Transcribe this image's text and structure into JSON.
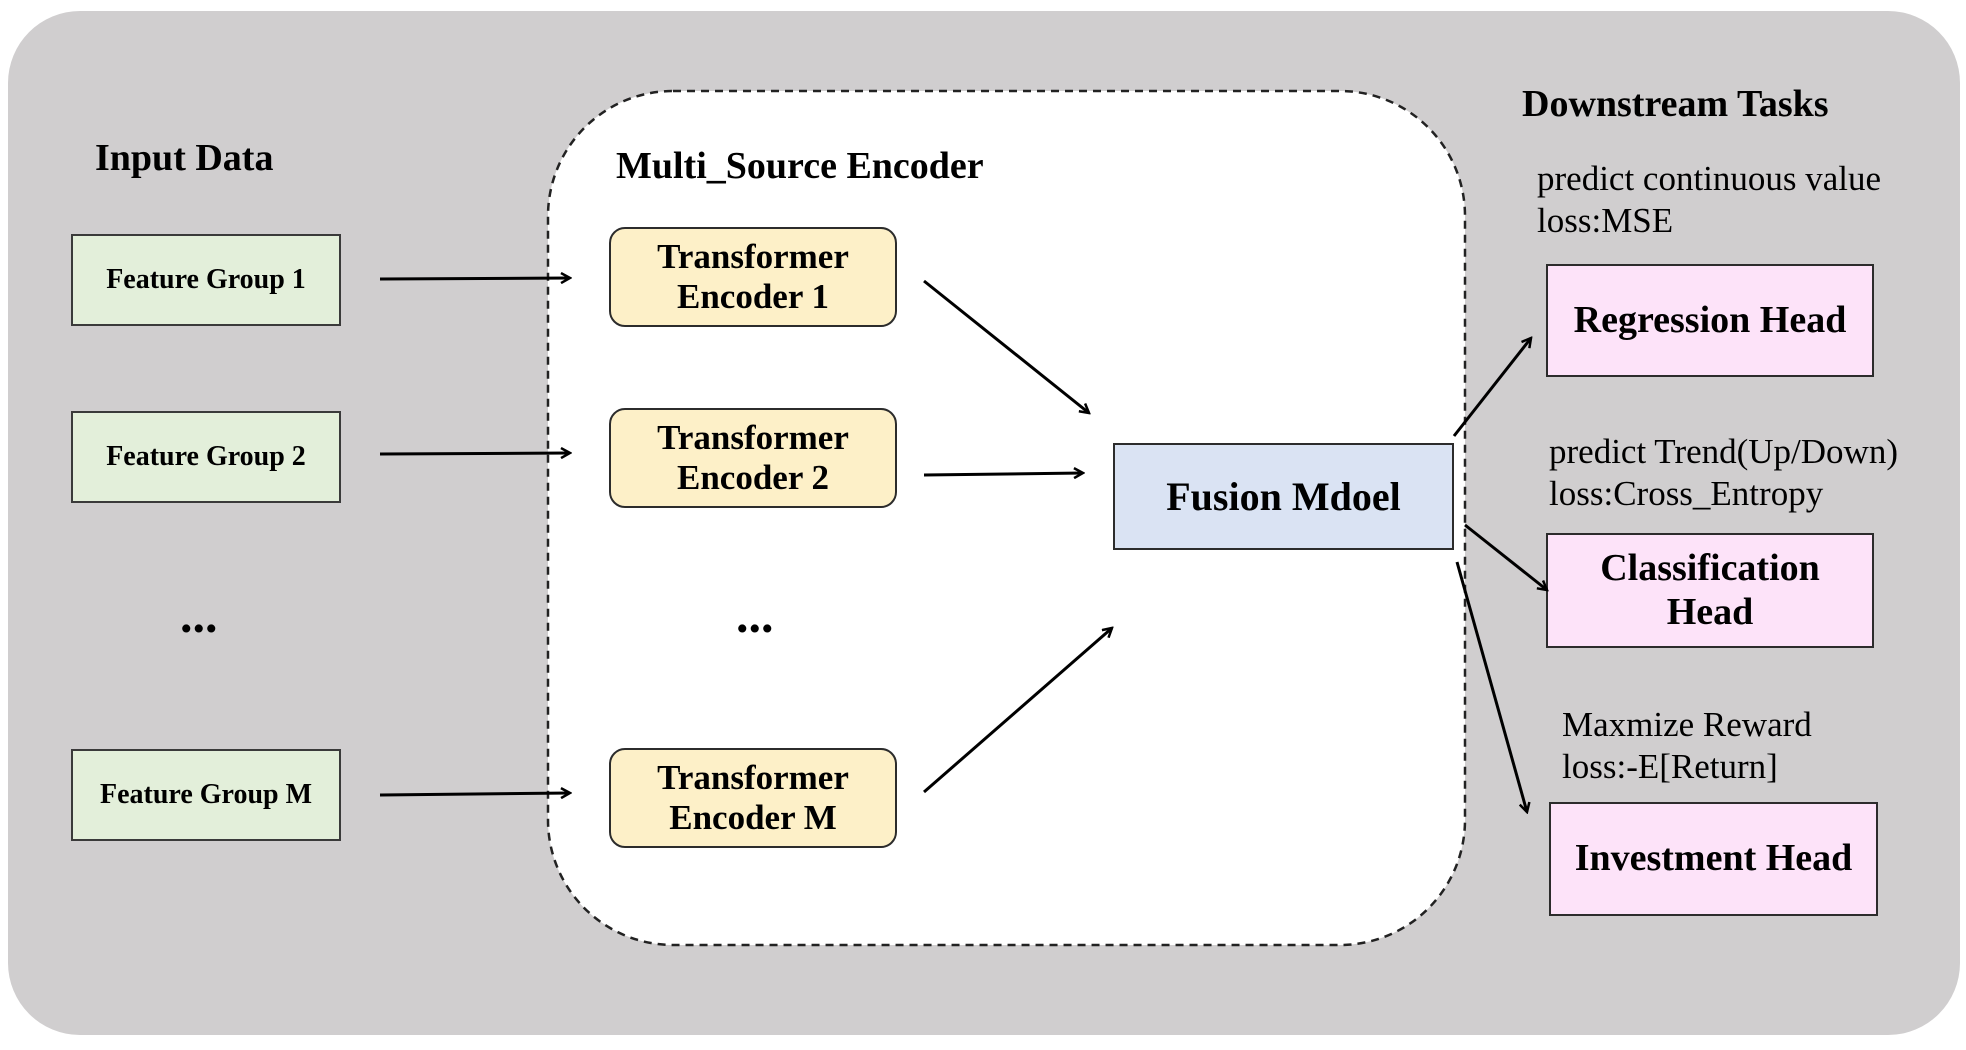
{
  "sections": {
    "input_title": "Input Data",
    "encoder_title": "Multi_Source Encoder",
    "tasks_title": "Downstream Tasks"
  },
  "features": [
    "Feature Group 1",
    "Feature Group 2",
    "...",
    "Feature Group M"
  ],
  "encoders": [
    {
      "line1": "Transformer",
      "line2": "Encoder 1"
    },
    {
      "line1": "Transformer",
      "line2": "Encoder 2"
    },
    {
      "line1": "...",
      "line2": ""
    },
    {
      "line1": "Transformer",
      "line2": "Encoder M"
    }
  ],
  "fusion": "Fusion Mdoel",
  "heads": {
    "regression": {
      "name": "Regression Head",
      "note1": "predict continuous value",
      "note2": "loss:MSE"
    },
    "classification": {
      "name1": "Classification",
      "name2": "Head",
      "note1": "predict Trend(Up/Down)",
      "note2": "loss:Cross_Entropy"
    },
    "investment": {
      "name": "Investment Head",
      "note1": "Maxmize Reward",
      "note2": "loss:-E[Return]"
    }
  },
  "colors": {
    "background": "#d0cecf",
    "feature_fill": "#e3efda",
    "encoder_fill": "#fdf0c8",
    "fusion_fill": "#dae3f3",
    "head_fill": "#fde3f9"
  }
}
